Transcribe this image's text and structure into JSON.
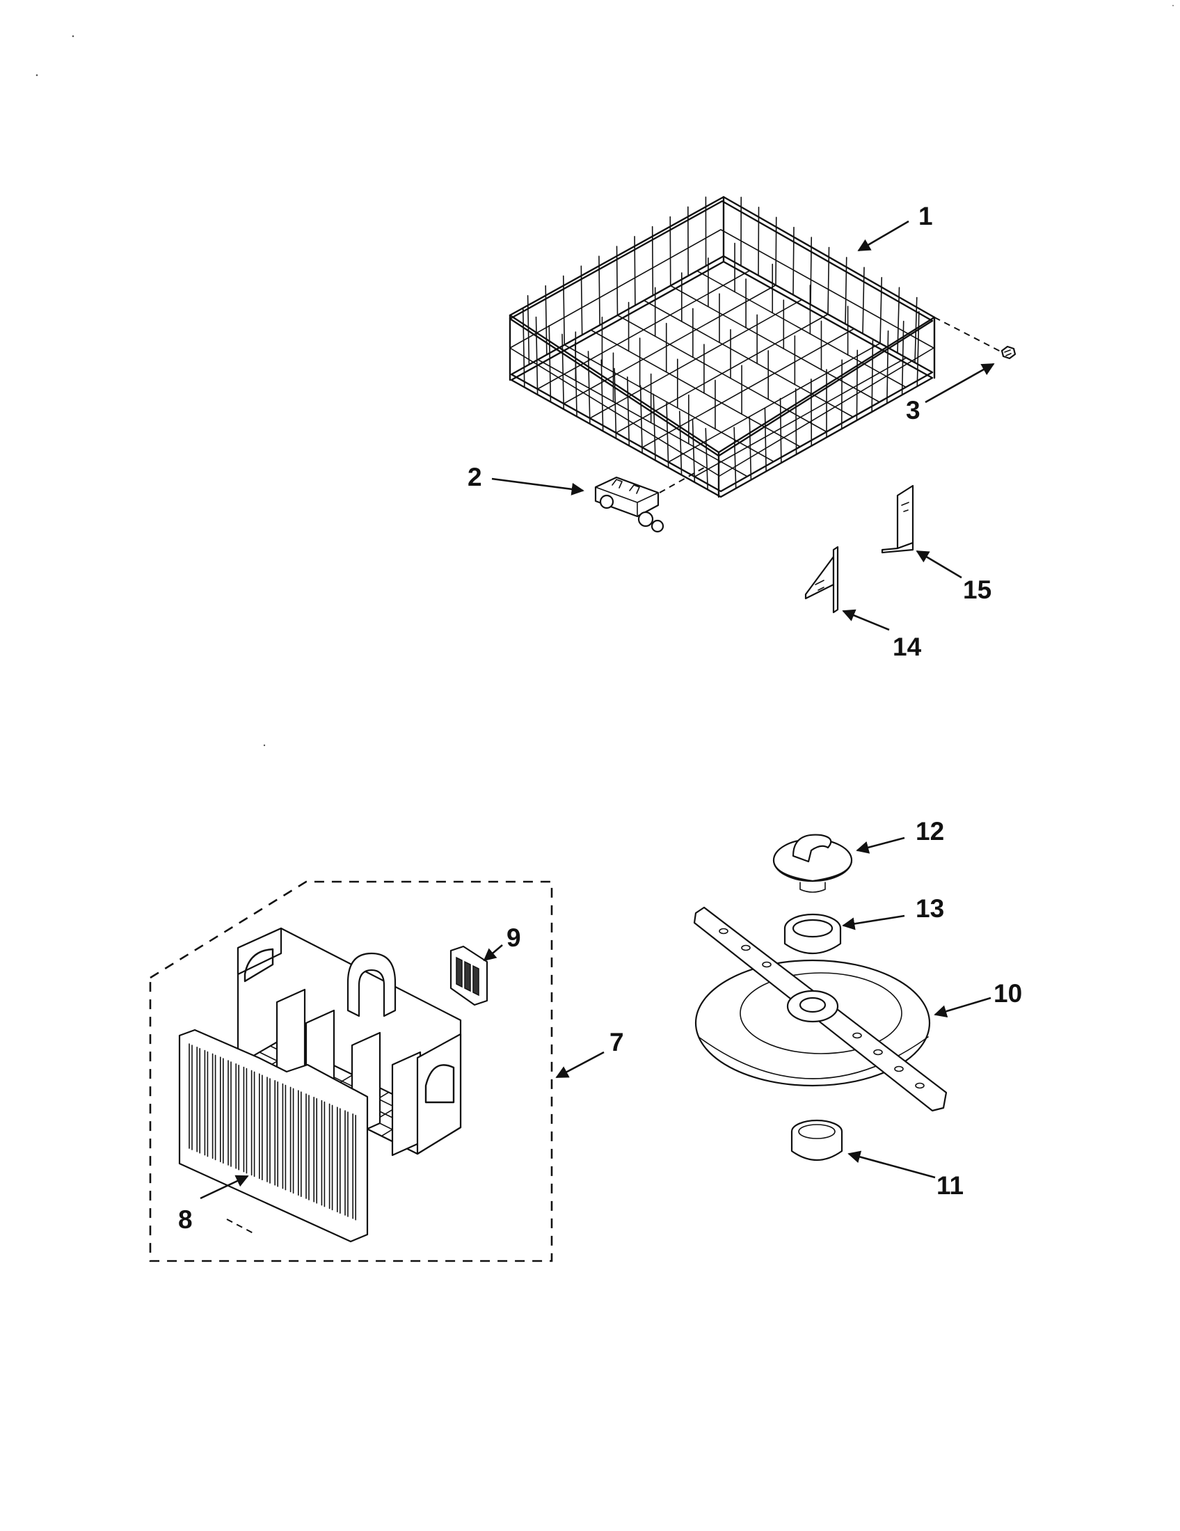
{
  "diagram": {
    "callouts": [
      "1",
      "2",
      "3",
      "7",
      "8",
      "9",
      "10",
      "11",
      "12",
      "13",
      "14",
      "15"
    ]
  },
  "parts": [
    {
      "callout": "1",
      "icon": "dish-rack-icon"
    },
    {
      "callout": "2",
      "icon": "rack-roller-icon"
    },
    {
      "callout": "3",
      "icon": "rack-stop-icon"
    },
    {
      "callout": "7",
      "icon": "silverware-basket-assembly-icon"
    },
    {
      "callout": "8",
      "icon": "basket-lid-icon"
    },
    {
      "callout": "9",
      "icon": "basket-clip-icon"
    },
    {
      "callout": "10",
      "icon": "spray-arm-icon"
    },
    {
      "callout": "11",
      "icon": "bearing-ring-icon"
    },
    {
      "callout": "12",
      "icon": "spray-arm-cap-icon"
    },
    {
      "callout": "13",
      "icon": "seal-ring-icon"
    },
    {
      "callout": "14",
      "icon": "bracket-icon"
    },
    {
      "callout": "15",
      "icon": "bracket-icon"
    }
  ]
}
